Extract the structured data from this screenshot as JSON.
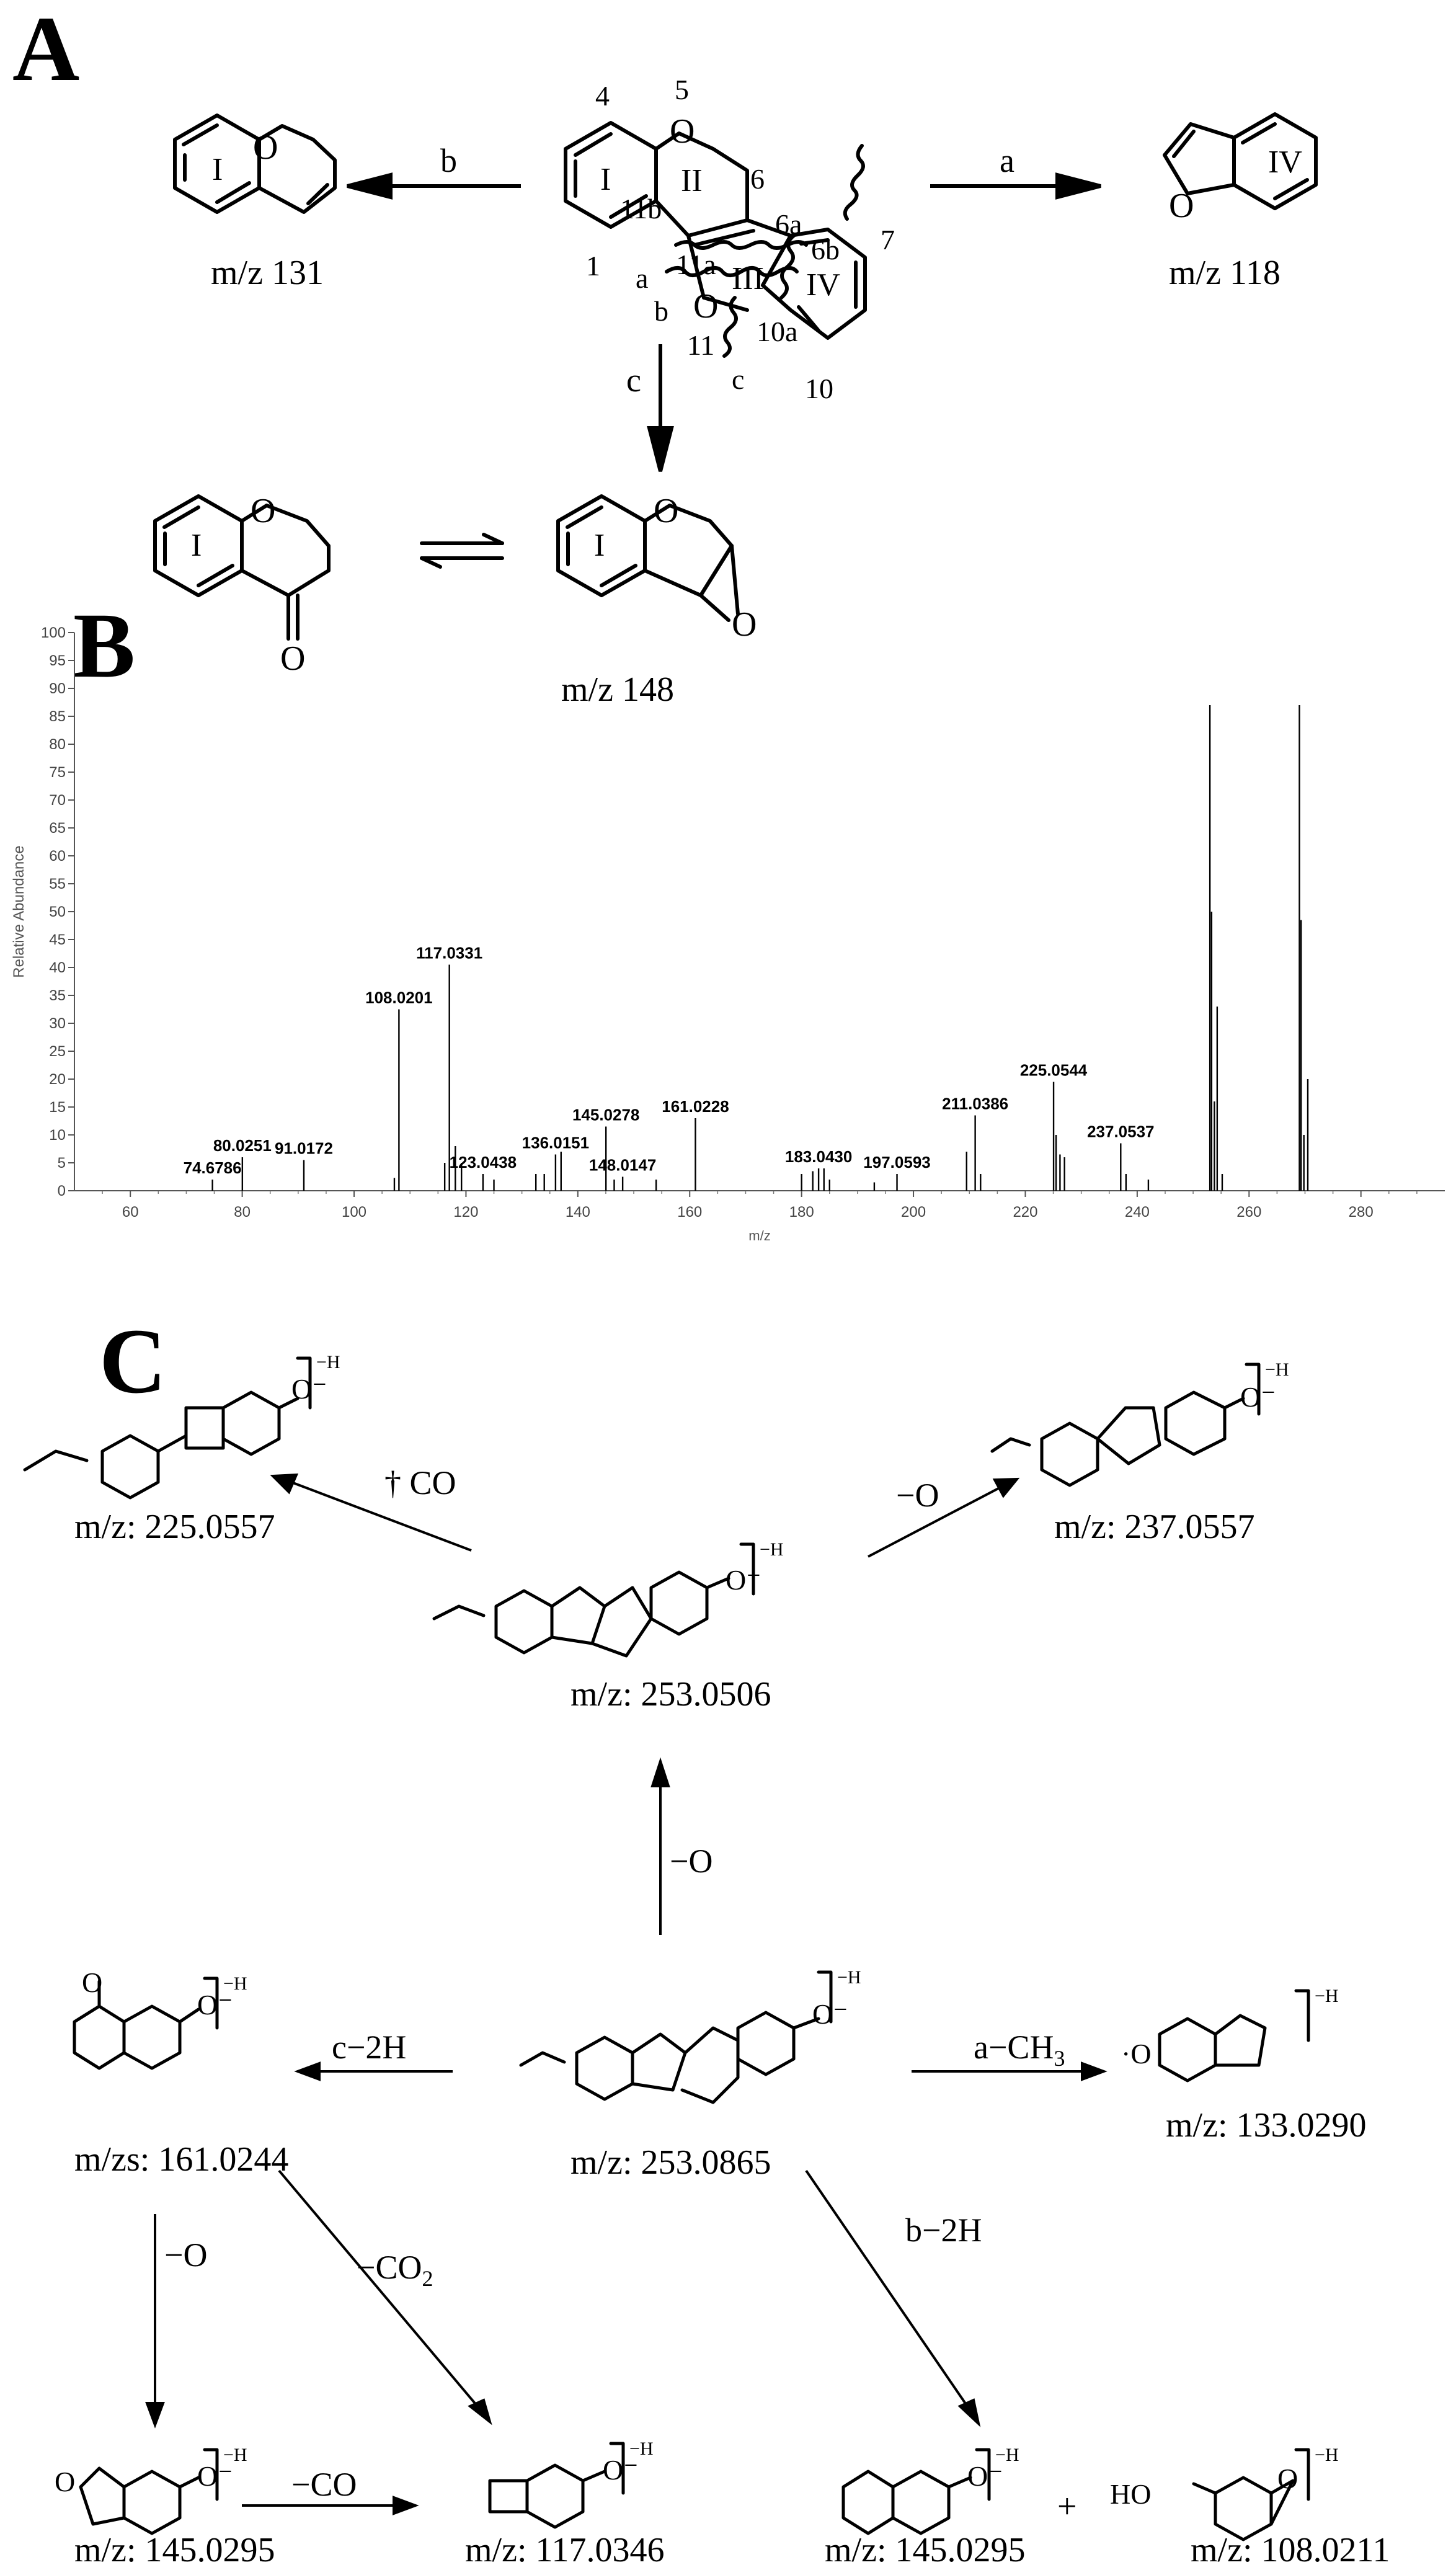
{
  "panels": {
    "a": "A",
    "b": "B",
    "c": "C"
  },
  "panelA": {
    "mz_left": "m/z 131",
    "mz_right": "m/z 118",
    "mz_bottom": "m/z 148",
    "arrow_a": "a",
    "arrow_b": "b",
    "arrow_c": "c",
    "ring_I": "I",
    "ring_II": "II",
    "ring_III": "III",
    "ring_IV": "IV",
    "atom_O": "O",
    "num_1": "1",
    "num_4": "4",
    "num_5": "5",
    "num_6": "6",
    "num_6a": "6a",
    "num_6b": "6b",
    "num_7": "7",
    "num_10": "10",
    "num_10a": "10a",
    "num_11": "11",
    "num_11a": "11a",
    "num_11b": "11b",
    "cleave_a": "a",
    "cleave_b": "b",
    "cleave_c": "c"
  },
  "chart_data": {
    "type": "bar",
    "title": "",
    "xlabel": "m/z",
    "ylabel": "Relative Abundance",
    "xlim": [
      50,
      295
    ],
    "ylim": [
      0,
      100
    ],
    "x_ticks": [
      60,
      80,
      100,
      120,
      140,
      160,
      180,
      200,
      220,
      240,
      260,
      280
    ],
    "y_ticks": [
      0,
      5,
      10,
      15,
      20,
      25,
      30,
      35,
      40,
      45,
      50,
      55,
      60,
      65,
      70,
      75,
      80,
      85,
      90,
      95,
      100
    ],
    "peaks": [
      {
        "mz": 74.6786,
        "y": 2,
        "label": "74.6786"
      },
      {
        "mz": 80.0251,
        "y": 6,
        "label": "80.0251"
      },
      {
        "mz": 91.0172,
        "y": 5.5,
        "label": "91.0172"
      },
      {
        "mz": 107.2,
        "y": 2.3
      },
      {
        "mz": 108.0201,
        "y": 32.5,
        "label": "108.0201"
      },
      {
        "mz": 116.2,
        "y": 5
      },
      {
        "mz": 117.0331,
        "y": 40.5,
        "label": "117.0331"
      },
      {
        "mz": 118.1,
        "y": 8
      },
      {
        "mz": 119.2,
        "y": 5
      },
      {
        "mz": 123.0438,
        "y": 3,
        "label": "123.0438"
      },
      {
        "mz": 125.0,
        "y": 2
      },
      {
        "mz": 132.5,
        "y": 3
      },
      {
        "mz": 134.0,
        "y": 3
      },
      {
        "mz": 136.0151,
        "y": 6.5,
        "label": "136.0151"
      },
      {
        "mz": 137.0,
        "y": 7
      },
      {
        "mz": 145.0278,
        "y": 11.5,
        "label": "145.0278"
      },
      {
        "mz": 146.5,
        "y": 2
      },
      {
        "mz": 148.0147,
        "y": 2.5,
        "label": "148.0147"
      },
      {
        "mz": 154.0,
        "y": 2
      },
      {
        "mz": 161.0228,
        "y": 13,
        "label": "161.0228"
      },
      {
        "mz": 180.0,
        "y": 3
      },
      {
        "mz": 182.0,
        "y": 3.5
      },
      {
        "mz": 183.043,
        "y": 4,
        "label": "183.0430"
      },
      {
        "mz": 184.0,
        "y": 4
      },
      {
        "mz": 185.0,
        "y": 2
      },
      {
        "mz": 193.0,
        "y": 1.5
      },
      {
        "mz": 197.0593,
        "y": 3,
        "label": "197.0593"
      },
      {
        "mz": 209.5,
        "y": 7
      },
      {
        "mz": 211.0386,
        "y": 13.5,
        "label": "211.0386"
      },
      {
        "mz": 212.0,
        "y": 3
      },
      {
        "mz": 225.0544,
        "y": 19.5,
        "label": "225.0544"
      },
      {
        "mz": 225.5,
        "y": 10
      },
      {
        "mz": 226.2,
        "y": 6.5
      },
      {
        "mz": 227.0,
        "y": 6
      },
      {
        "mz": 237.0537,
        "y": 8.5,
        "label": "237.0537"
      },
      {
        "mz": 238.0,
        "y": 3
      },
      {
        "mz": 242.0,
        "y": 2
      },
      {
        "mz": 253.0,
        "y": 87
      },
      {
        "mz": 253.3,
        "y": 50
      },
      {
        "mz": 253.8,
        "y": 16
      },
      {
        "mz": 254.3,
        "y": 33
      },
      {
        "mz": 255.2,
        "y": 3
      },
      {
        "mz": 269.0,
        "y": 87
      },
      {
        "mz": 269.3,
        "y": 48.5
      },
      {
        "mz": 269.8,
        "y": 10
      },
      {
        "mz": 270.5,
        "y": 20
      }
    ]
  },
  "panelC": {
    "mz_225": "m/z: 225.0557",
    "mz_237": "m/z: 237.0557",
    "mz_253a": "m/z: 253.0506",
    "mz_161": "m/zs: 161.0244",
    "mz_253b": "m/z: 253.0865",
    "mz_133": "m/z: 133.0290",
    "mz_145a": "m/z: 145.0295",
    "mz_117": "m/z: 117.0346",
    "mz_145b": "m/z: 145.0295",
    "mz_108": "m/z: 108.0211",
    "lab_co": "† CO",
    "lab_o1": "−O",
    "lab_o2": "−O",
    "lab_o3": "−O",
    "lab_c2h": "c−2H",
    "lab_ach3": "a−CH",
    "lab_ach3_sub": "3",
    "lab_co2": "−CO",
    "lab_co2_sub": "2",
    "lab_minusco": "−CO",
    "lab_b2h": "b−2H",
    "plus": "+",
    "bracket_H": "−H",
    "atom_O": "O",
    "atom_Ominus": "O⁻",
    "atom_HO": "HO",
    "atom_radO": "·O"
  }
}
